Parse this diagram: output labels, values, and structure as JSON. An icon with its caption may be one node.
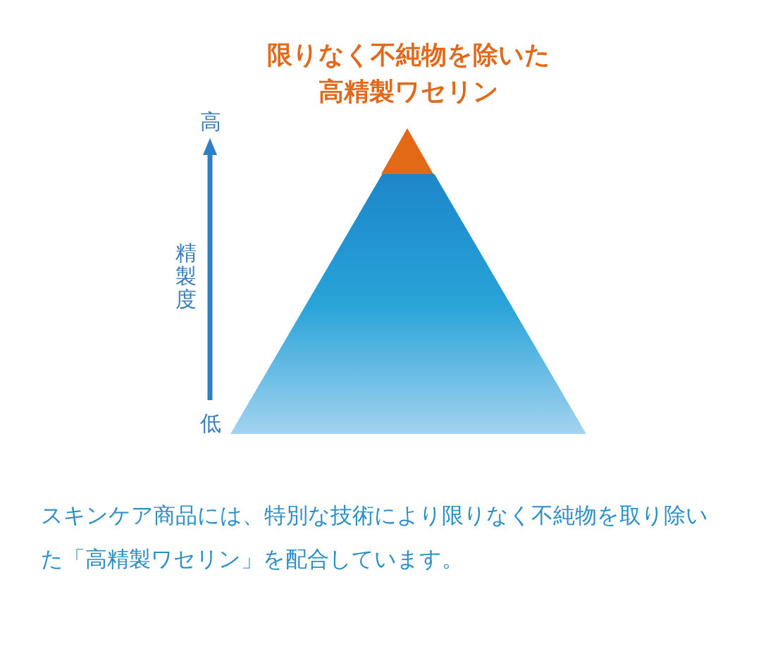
{
  "diagram": {
    "nodes": [
      {
        "text": [
          "限りなく不純物を除いた高精製ワセリン"
        ]
      },
      {
        "text": [],
        "shape": "triangle"
      }
    ],
    "labels": [
      "高",
      "精製度",
      "低",
      "スキンケア商品には、特別な技術により限りなく不純物を取り除いた「高精製ワセリン」を配合しています。"
    ]
  }
}
